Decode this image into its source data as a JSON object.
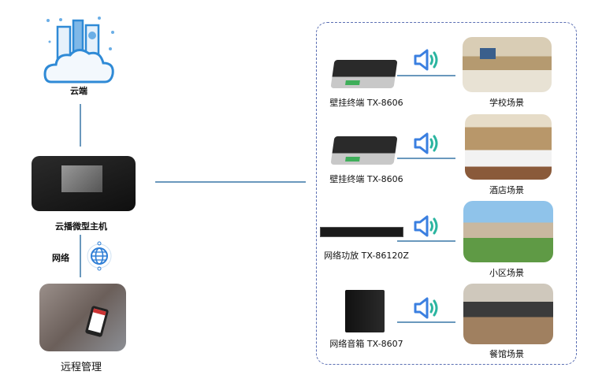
{
  "cloud": {
    "label": "云端"
  },
  "host": {
    "label": "云播微型主机"
  },
  "network": {
    "label": "网络"
  },
  "remote": {
    "label": "远程管理"
  },
  "rows": [
    {
      "device": "壁挂终端 TX-8606",
      "scene": "学校场景"
    },
    {
      "device": "壁挂终端 TX-8606",
      "scene": "酒店场景"
    },
    {
      "device": "网络功放 TX-86120Z",
      "scene": "小区场景"
    },
    {
      "device": "网络音箱 TX-8607",
      "scene": "餐馆场景"
    }
  ],
  "colors": {
    "line": "#6a98bd",
    "accent": "#2f7fd6",
    "dash": "#5b6fb3"
  }
}
